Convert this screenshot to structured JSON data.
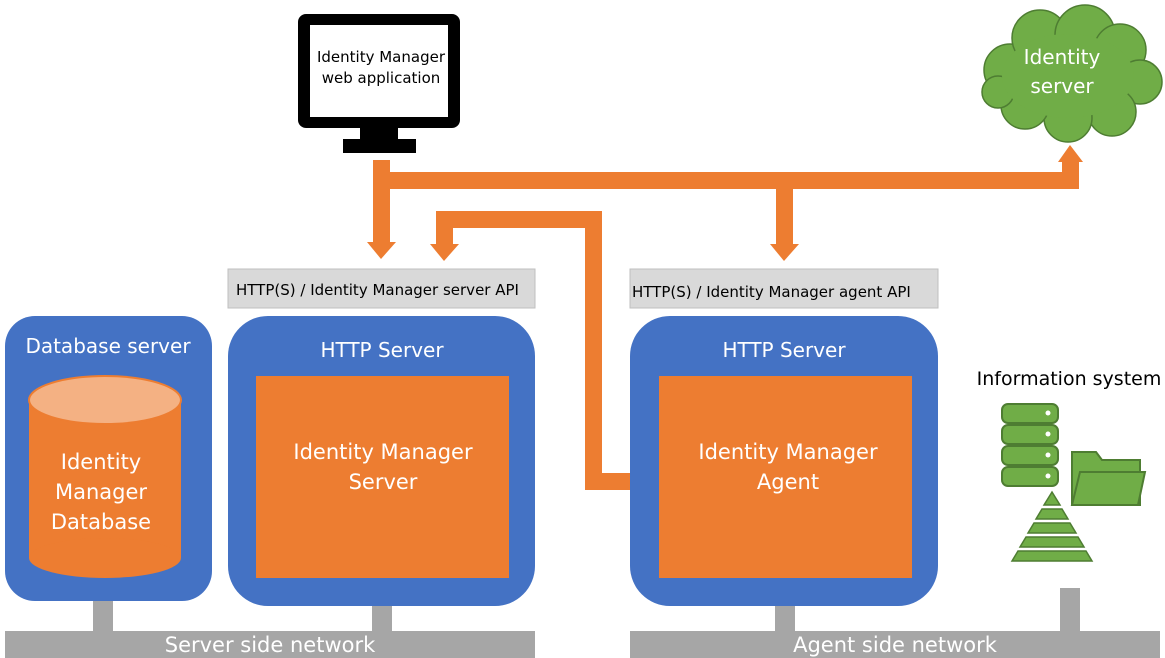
{
  "web_app": {
    "label_line1": "Identity Manager",
    "label_line2": "web application"
  },
  "identity_server": {
    "label_line1": "Identity",
    "label_line2": "server"
  },
  "server_api": {
    "label": "HTTP(S) / Identity Manager server API"
  },
  "agent_api": {
    "label": "HTTP(S) / Identity Manager agent API"
  },
  "database_server": {
    "title": "Database server",
    "db_line1": "Identity",
    "db_line2": "Manager",
    "db_line3": "Database"
  },
  "http_server_main": {
    "title": "HTTP Server",
    "inner_line1": "Identity Manager",
    "inner_line2": "Server"
  },
  "http_server_agent": {
    "title": "HTTP Server",
    "inner_line1": "Identity Manager",
    "inner_line2": "Agent"
  },
  "information_system": {
    "title": "Information system"
  },
  "networks": {
    "server_side": "Server side network",
    "agent_side": "Agent side network"
  },
  "colors": {
    "blue": "#4472C4",
    "orange": "#ED7D31",
    "orange_light": "#F4B183",
    "green": "#70AD47",
    "green_dark": "#4E7D32",
    "gray_bar": "#A6A6A6",
    "gray_box": "#D9D9D9",
    "black": "#000000"
  }
}
